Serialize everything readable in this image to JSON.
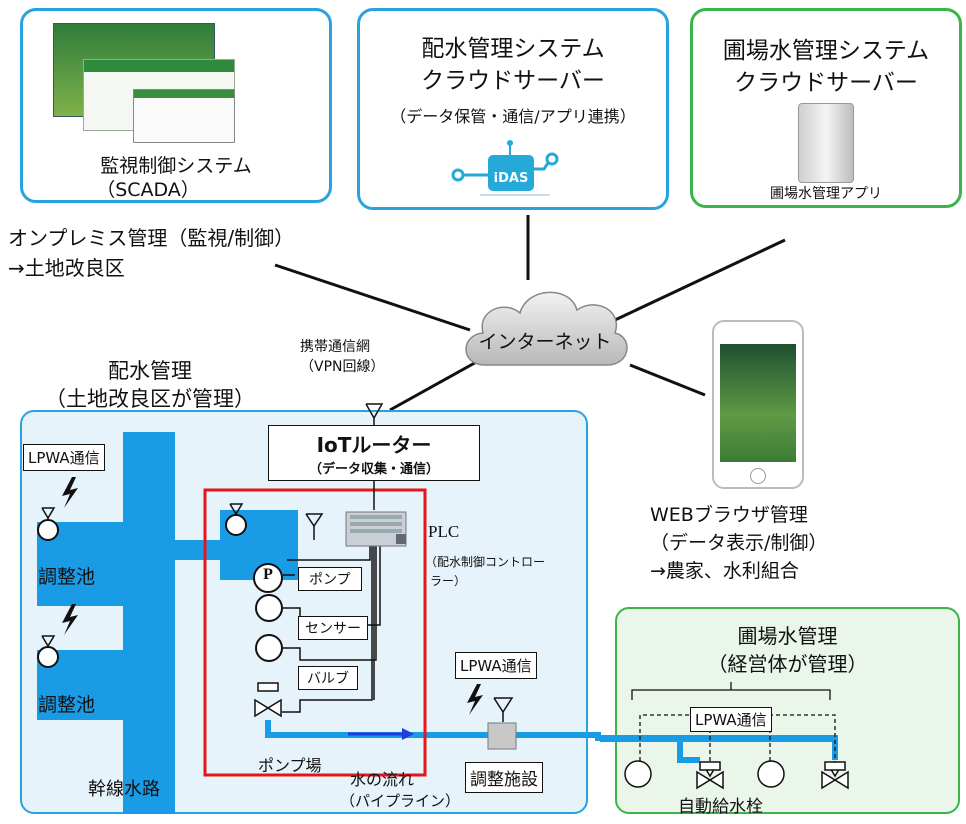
{
  "scada": {
    "title": "監視制御システム",
    "subtitle": "（SCADA）"
  },
  "distribution_cloud": {
    "title_line1": "配水管理システム",
    "title_line2": "クラウドサーバー",
    "subtitle": "（データ保管・通信/アプリ連携）",
    "logo_text": "iDAS"
  },
  "field_cloud": {
    "title_line1": "圃場水管理システム",
    "title_line2": "クラウドサーバー",
    "app_label": "圃場水管理アプリ"
  },
  "onpremise": {
    "line1": "オンプレミス管理（監視/制御）",
    "line2": "→土地改良区"
  },
  "internet": {
    "label": "インターネット"
  },
  "mobile_net": {
    "line1": "携帯通信網",
    "line2": "（VPN回線）"
  },
  "web": {
    "line1": "WEBブラウザ管理",
    "line2": "（データ表示/制御）",
    "line3": "→農家、水利組合"
  },
  "distribution": {
    "title_line1": "配水管理",
    "title_line2": "（土地改良区が管理）",
    "lpwa_label": "LPWA通信",
    "pond1": "調整池",
    "pond2": "調整池",
    "main_canal": "幹線水路",
    "router_title": "IoTルーター",
    "router_sub": "（データ収集・通信）",
    "plc_title": "PLC",
    "plc_sub1": "（配水制御コントロー",
    "plc_sub2": "ラー）",
    "pump_label": "ポンプ",
    "pump_symbol": "P",
    "sensor_label": "センサー",
    "valve_label": "バルブ",
    "pump_station": "ポンプ場",
    "flow_line1": "水の流れ",
    "flow_line2": "（パイプライン）",
    "lpwa_label2": "LPWA通信",
    "regulating": "調整施設"
  },
  "field": {
    "title_line1": "圃場水管理",
    "title_line2": "（経営体が管理）",
    "lpwa_label": "LPWA通信",
    "hydrant": "自動給水栓"
  },
  "colors": {
    "blue": "#1a9be6",
    "lightblue_bg": "#e6f3fa",
    "green": "#2aa84a",
    "red": "#e8141b",
    "arrow": "#1f3ddb"
  }
}
